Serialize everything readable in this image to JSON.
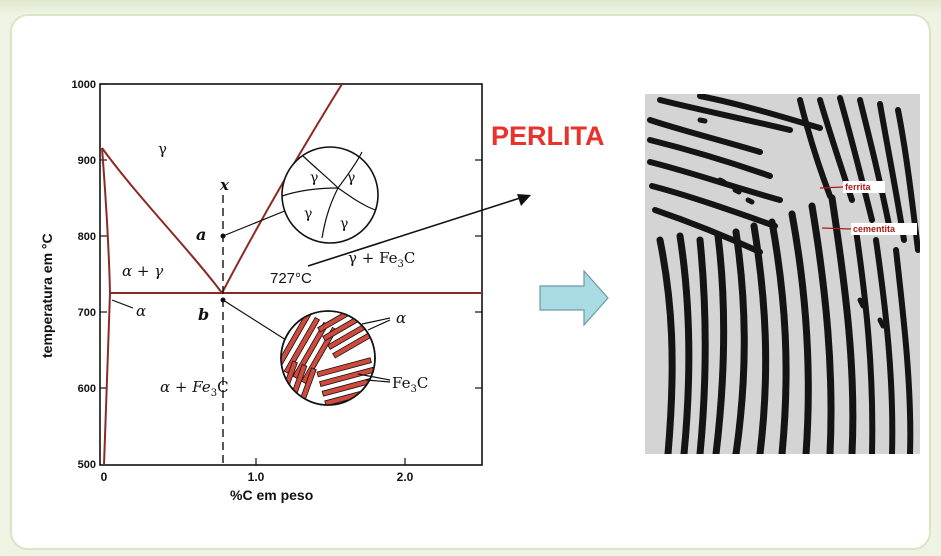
{
  "diagram": {
    "y_axis_label": "temperatura em °C",
    "x_axis_label": "%C em peso",
    "y_ticks": [
      "1000",
      "900",
      "800",
      "700",
      "600",
      "500"
    ],
    "x_ticks": [
      "0",
      "1.0",
      "2.0"
    ],
    "phase_gamma": "γ",
    "phase_alpha_gamma": "α + γ",
    "phase_alpha": "α",
    "phase_gamma_fe3c": "γ + Fe",
    "phase_alpha_fe3c": "α + Fe",
    "subscript_3": "3",
    "carbide_c": "C",
    "eutectoid_temp": "727°C",
    "point_a": "a",
    "point_b": "b",
    "composition_x": "x",
    "grain_labels": [
      "γ",
      "γ",
      "γ",
      "γ"
    ],
    "pearlite_alpha": "α",
    "pearlite_fe3c": "Fe"
  },
  "title": "PERLITA",
  "micrograph": {
    "label_ferrite": "ferrita",
    "label_cementite": "cementita"
  },
  "colors": {
    "title": "#e8322b",
    "phase_lines": "#8b2a26",
    "arrow_fill": "#a9dbe2",
    "arrow_stroke": "#6f9aa6",
    "lamellae": "#cf4a3c",
    "micro_labels": "#b01818"
  }
}
